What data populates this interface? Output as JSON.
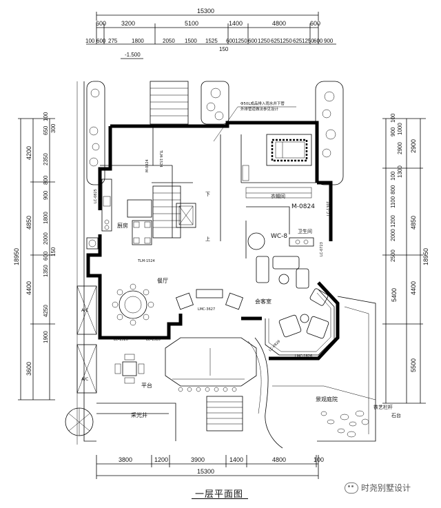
{
  "drawing": {
    "title": "一层平面图",
    "watermark": "时尧别墅设计",
    "overall_width": "15300"
  },
  "top_dims": {
    "row1": [
      "600",
      "3200",
      "5100",
      "1400",
      "4800",
      "600"
    ],
    "row2": [
      "100",
      "600",
      "275",
      "1800",
      "2050",
      "1500",
      "1525",
      "600",
      "1250",
      "600",
      "1250",
      "625",
      "1250",
      "625",
      "1250",
      "600",
      "900"
    ],
    "row2_extra": "150",
    "level": "-1.500"
  },
  "bottom_dims": {
    "row1": [
      "3800",
      "1200",
      "3900",
      "1400",
      "4800",
      "100"
    ],
    "total": "15300"
  },
  "left_dims": {
    "outer": [
      "4200",
      "4850",
      "4400",
      "3600"
    ],
    "total": "18950",
    "inner": [
      "100",
      "650",
      "300",
      "2350",
      "800",
      "900",
      "1800",
      "2000",
      "600",
      "1350",
      "4250",
      "1900",
      "150"
    ]
  },
  "right_dims": {
    "outer": [
      "2900",
      "4850",
      "4400",
      "5500"
    ],
    "total": "18950",
    "inner": [
      "100",
      "900",
      "1000",
      "2900",
      "1300",
      "100",
      "800",
      "1100",
      "1200",
      "2000",
      "2500",
      "5400"
    ]
  },
  "rooms": {
    "kitchen": "厨房",
    "dining": "餐厅",
    "living": "会客室",
    "terrace": "平台",
    "sunroom": "采光井",
    "garden": "景观庭院",
    "washroom": "卫生间",
    "cloakroom": "衣帽间",
    "stair_down": "下",
    "stair_up": "上"
  },
  "tags": {
    "door_m0824": "M-0824",
    "wc": "WC-8",
    "lmc3627": "LMC-3627",
    "lmc1826": "LMC-1826",
    "lc1526a": "LC-1526",
    "lc1526b": "LC-1526",
    "tlm1524a": "TLM-1524",
    "tlm1524b": "TLM-1524",
    "lc0825": "LC-0825",
    "lc1307": "LC-1307",
    "lc0723": "LC-0723",
    "lc0826": "LC-0826",
    "m0924": "M-0924",
    "ac": "A/C",
    "fence": "铁艺栏杆",
    "stone": "石台"
  },
  "note": [
    "Φ50L成品排入雨水井下管",
    "外排管道做法参见设计"
  ]
}
